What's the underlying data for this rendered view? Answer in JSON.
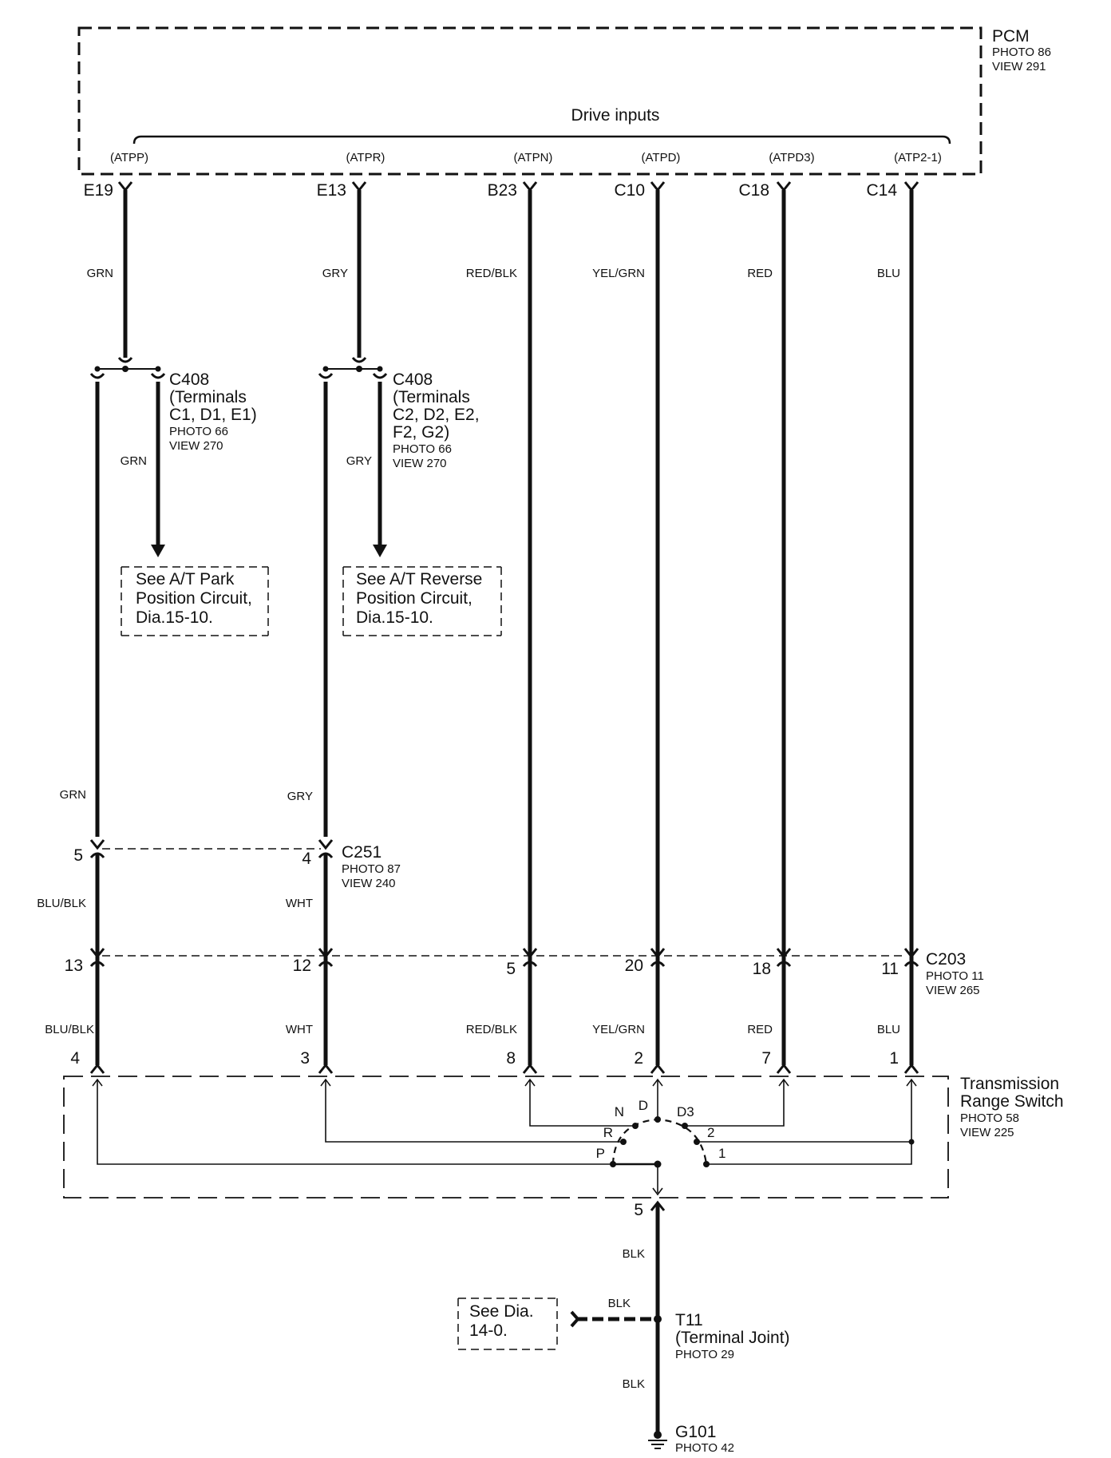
{
  "pcm": {
    "name": "PCM",
    "photo": "PHOTO 86",
    "view": "VIEW 291",
    "bracket_label": "Drive inputs",
    "signals": [
      "(ATPP)",
      "(ATPR)",
      "(ATPN)",
      "(ATPD)",
      "(ATPD3)",
      "(ATP2-1)"
    ],
    "pins": [
      "E19",
      "E13",
      "B23",
      "C10",
      "C18",
      "C14"
    ]
  },
  "wire_colors_top": [
    "GRN",
    "GRY",
    "RED/BLK",
    "YEL/GRN",
    "RED",
    "BLU"
  ],
  "c408_a": {
    "name": "C408",
    "terminals": [
      "(Terminals",
      "C1, D1, E1)"
    ],
    "photo": "PHOTO 66",
    "view": "VIEW 270",
    "branch_color": "GRN",
    "see_text": [
      "See A/T Park",
      "Position Circuit,",
      "Dia.15-10."
    ]
  },
  "c408_b": {
    "name": "C408",
    "terminals": [
      "(Terminals",
      "C2, D2, E2,",
      "F2,  G2)"
    ],
    "photo": "PHOTO 66",
    "view": "VIEW 270",
    "branch_color": "GRY",
    "see_text": [
      "See A/T Reverse",
      "Position Circuit,",
      "Dia.15-10."
    ]
  },
  "mid_colors": [
    "GRN",
    "GRY"
  ],
  "c251": {
    "name": "C251",
    "photo": "PHOTO 87",
    "view": "VIEW 240",
    "pins": [
      "5",
      "4"
    ],
    "below_colors": [
      "BLU/BLK",
      "WHT"
    ]
  },
  "c203": {
    "name": "C203",
    "photo": "PHOTO 11",
    "view": "VIEW 265",
    "pins": [
      "13",
      "12",
      "5",
      "20",
      "18",
      "11"
    ],
    "below_colors": [
      "BLU/BLK",
      "WHT",
      "RED/BLK",
      "YEL/GRN",
      "RED",
      "BLU"
    ]
  },
  "trs": {
    "name_line1": "Transmission",
    "name_line2": "Range Switch",
    "photo": "PHOTO 58",
    "view": "VIEW 225",
    "pins": [
      "4",
      "3",
      "8",
      "2",
      "7",
      "1"
    ],
    "positions": [
      "P",
      "R",
      "N",
      "D",
      "D3",
      "2",
      "1"
    ],
    "ground_pin": "5"
  },
  "ground": {
    "wire_color_1": "BLK",
    "branch_color": "BLK",
    "wire_color_2": "BLK",
    "t11_name": "T11",
    "t11_desc": "(Terminal Joint)",
    "t11_photo": "PHOTO 29",
    "see_text": [
      "See Dia.",
      "14-0."
    ],
    "g101_name": "G101",
    "g101_photo": "PHOTO 42"
  }
}
